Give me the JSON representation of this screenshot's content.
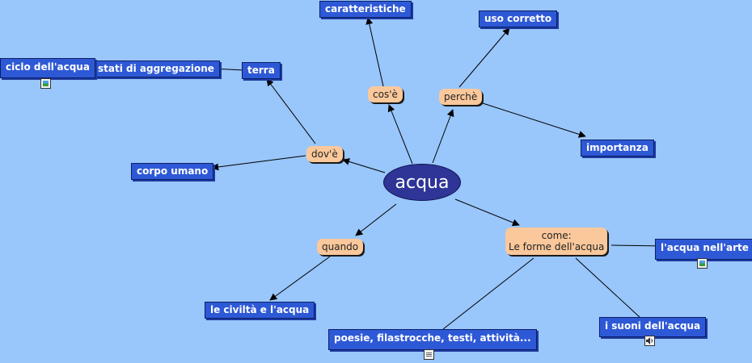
{
  "map": {
    "center": "acqua",
    "cos_e": "cos'è",
    "perche": "perchè",
    "dov_e": "dov'è",
    "quando": "quando",
    "come_1": "come:",
    "come_2": "Le forme dell'acqua",
    "caratteristiche": "caratteristiche",
    "uso_corretto": "uso corretto",
    "importanza": "importanza",
    "terra": "terra",
    "stati": "stati di aggregazione",
    "ciclo": "ciclo dell'acqua",
    "corpo": "corpo umano",
    "civilta": "le civiltà e l'acqua",
    "arte": "l'acqua nell'arte",
    "suoni": "i suoni dell'acqua",
    "poesie": "poesie, filastrocche, testi, attività..."
  },
  "icons": [
    "image-icon",
    "image-icon",
    "document-icon",
    "audio-icon"
  ],
  "colors": {
    "background": "#99c6fb",
    "concept_blue": "#2e59d6",
    "linking_peach": "#fbc89b",
    "center": "#2e3596"
  }
}
